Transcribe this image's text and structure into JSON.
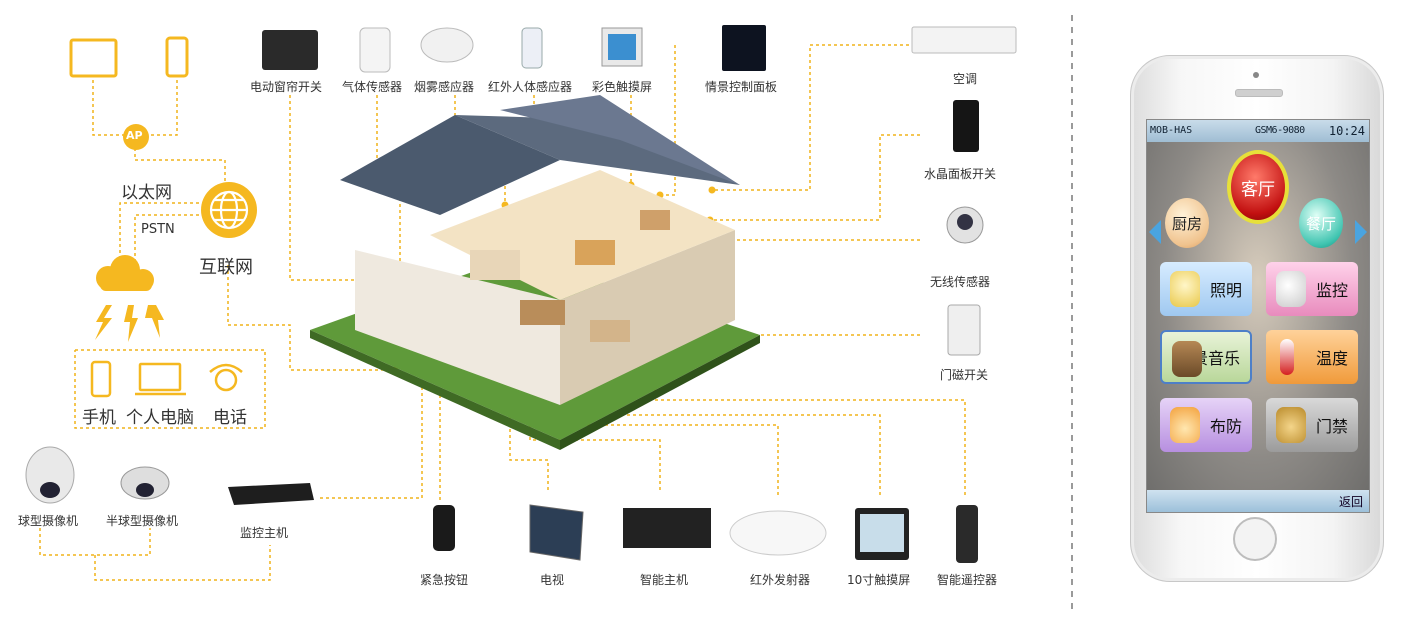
{
  "labels": {
    "curtain_switch": "电动窗帘开关",
    "gas_sensor": "气体传感器",
    "smoke_sensor": "烟雾感应器",
    "ir_body_sensor": "红外人体感应器",
    "color_touchscreen": "彩色触摸屏",
    "scene_panel": "情景控制面板",
    "air_conditioner": "空调",
    "crystal_panel_switch": "水晶面板开关",
    "wireless_sensor": "无线传感器",
    "door_magnet_switch": "门磁开关",
    "ap": "AP",
    "ethernet": "以太网",
    "pstn": "PSTN",
    "internet": "互联网",
    "mobile_phone": "手机",
    "pc": "个人电脑",
    "telephone": "电话",
    "dome_camera": "球型摄像机",
    "semi_dome_camera": "半球型摄像机",
    "nvr": "监控主机",
    "panic_button": "紧急按钮",
    "tv": "电视",
    "smart_host": "智能主机",
    "ir_transmitter": "红外发射器",
    "touchscreen_10": "10寸触摸屏",
    "smart_remote": "智能遥控器"
  },
  "phone": {
    "status": {
      "app": "MOB-HAS",
      "carrier": "GSM6-9080",
      "time": "10:24"
    },
    "rooms": {
      "center": "客厅",
      "left": "厨房",
      "right": "餐厅"
    },
    "tiles": {
      "lighting": "照明",
      "monitor": "监控",
      "music": "背景音乐",
      "temperature": "温度",
      "arming": "布防",
      "access": "门禁"
    },
    "back": "返回"
  },
  "colors": {
    "accent": "#f5b820",
    "line": "#f0b41a",
    "divider": "#9a9a9a"
  }
}
